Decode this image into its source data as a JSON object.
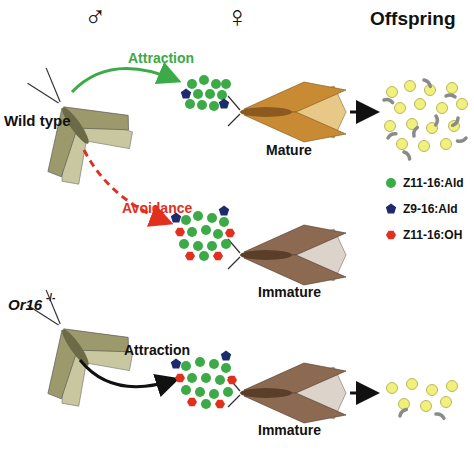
{
  "diagram": {
    "labels": [
      "♂",
      "♀",
      "Offspring",
      "Wild type",
      "Attraction",
      "Avoidance",
      "Mature",
      "Immature",
      "Or16",
      "-/-",
      "Attraction",
      "Immature"
    ],
    "legend": [
      {
        "text": "Z11-16:Ald",
        "color": "#3caa46"
      },
      {
        "text": "Z9-16:Ald",
        "color": "#1c2a6e"
      },
      {
        "text": "Z11-16:OH",
        "color": "#e2301f"
      }
    ]
  }
}
